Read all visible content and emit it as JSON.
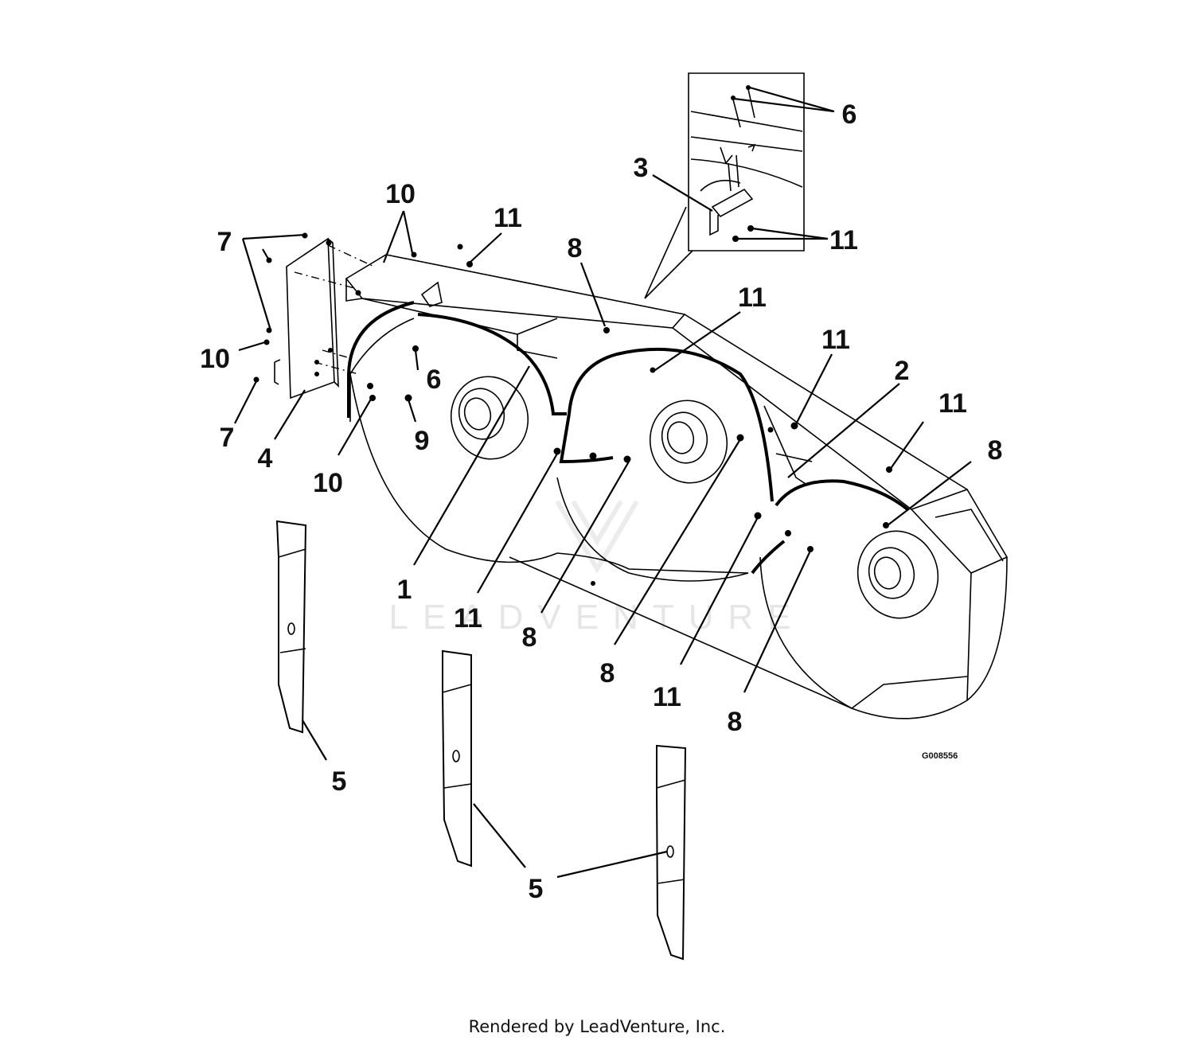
{
  "callouts": {
    "c6_inset": "6",
    "c3": "3",
    "c11_inset": "11",
    "c10_top": "10",
    "c11_top": "11",
    "c7_top": "7",
    "c8_top": "8",
    "c11_mid": "11",
    "c11_right": "11",
    "c2": "2",
    "c11_far": "11",
    "c8_right": "8",
    "c10_left": "10",
    "c6_left": "6",
    "c9": "9",
    "c7_bottom": "7",
    "c4": "4",
    "c10_bottom": "10",
    "c1": "1",
    "c11_low1": "11",
    "c8_low1": "8",
    "c8_low2": "8",
    "c11_low2": "11",
    "c8_low3": "8",
    "c5_a": "5",
    "c5_b": "5"
  },
  "figure_id": "G008556",
  "watermark": "LEADVENTURE",
  "footer": "Rendered by LeadVenture, Inc."
}
